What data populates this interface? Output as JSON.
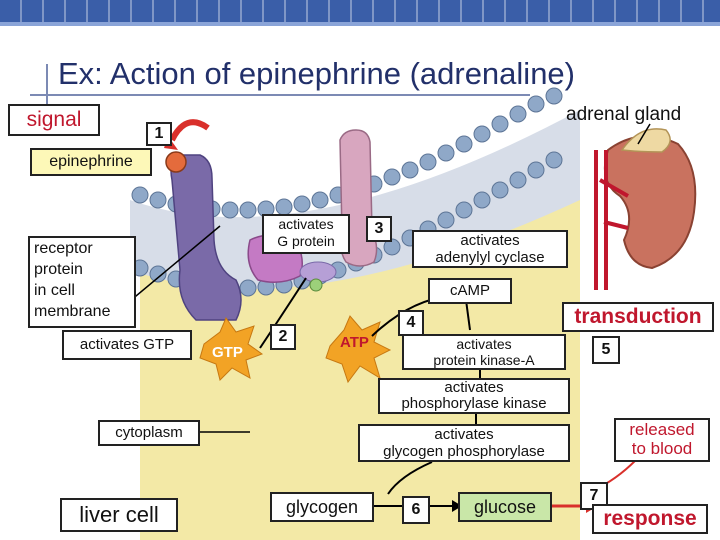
{
  "title": "Ex: Action of epinephrine (adrenaline)",
  "labels": {
    "signal": "signal",
    "adrenal_gland": "adrenal gland",
    "epinephrine": "epinephrine",
    "receptor": "receptor protein in cell membrane",
    "receptor_lines": [
      "receptor",
      "protein",
      "in cell",
      "membrane"
    ],
    "activates_gtp": "activates GTP",
    "gtp": "GTP",
    "activates_g_protein_lines": [
      "activates",
      "G protein"
    ],
    "activates_adenylyl_lines": [
      "activates",
      "adenylyl cyclase"
    ],
    "camp": "cAMP",
    "atp": "ATP",
    "transduction": "transduction",
    "activates_pka_lines": [
      "activates",
      "protein kinase-A"
    ],
    "activates_phos_kinase_lines": [
      "activates",
      "phosphorylase kinase"
    ],
    "cytoplasm": "cytoplasm",
    "activates_glycogen_phos_lines": [
      "activates",
      "glycogen phosphorylase"
    ],
    "released_lines": [
      "released",
      "to blood"
    ],
    "liver_cell": "liver cell",
    "glycogen": "glycogen",
    "glucose": "glucose",
    "response": "response"
  },
  "steps": [
    "1",
    "2",
    "3",
    "4",
    "5",
    "6",
    "7"
  ],
  "colors": {
    "membrane_head": "#8fa8c8",
    "receptor": "#7a6aa8",
    "g_protein": "#c47ac4",
    "cytoplasm": "#f3e9a6",
    "kidney": "#c9725f",
    "accent_red": "#c0172d",
    "title": "#22306a"
  }
}
